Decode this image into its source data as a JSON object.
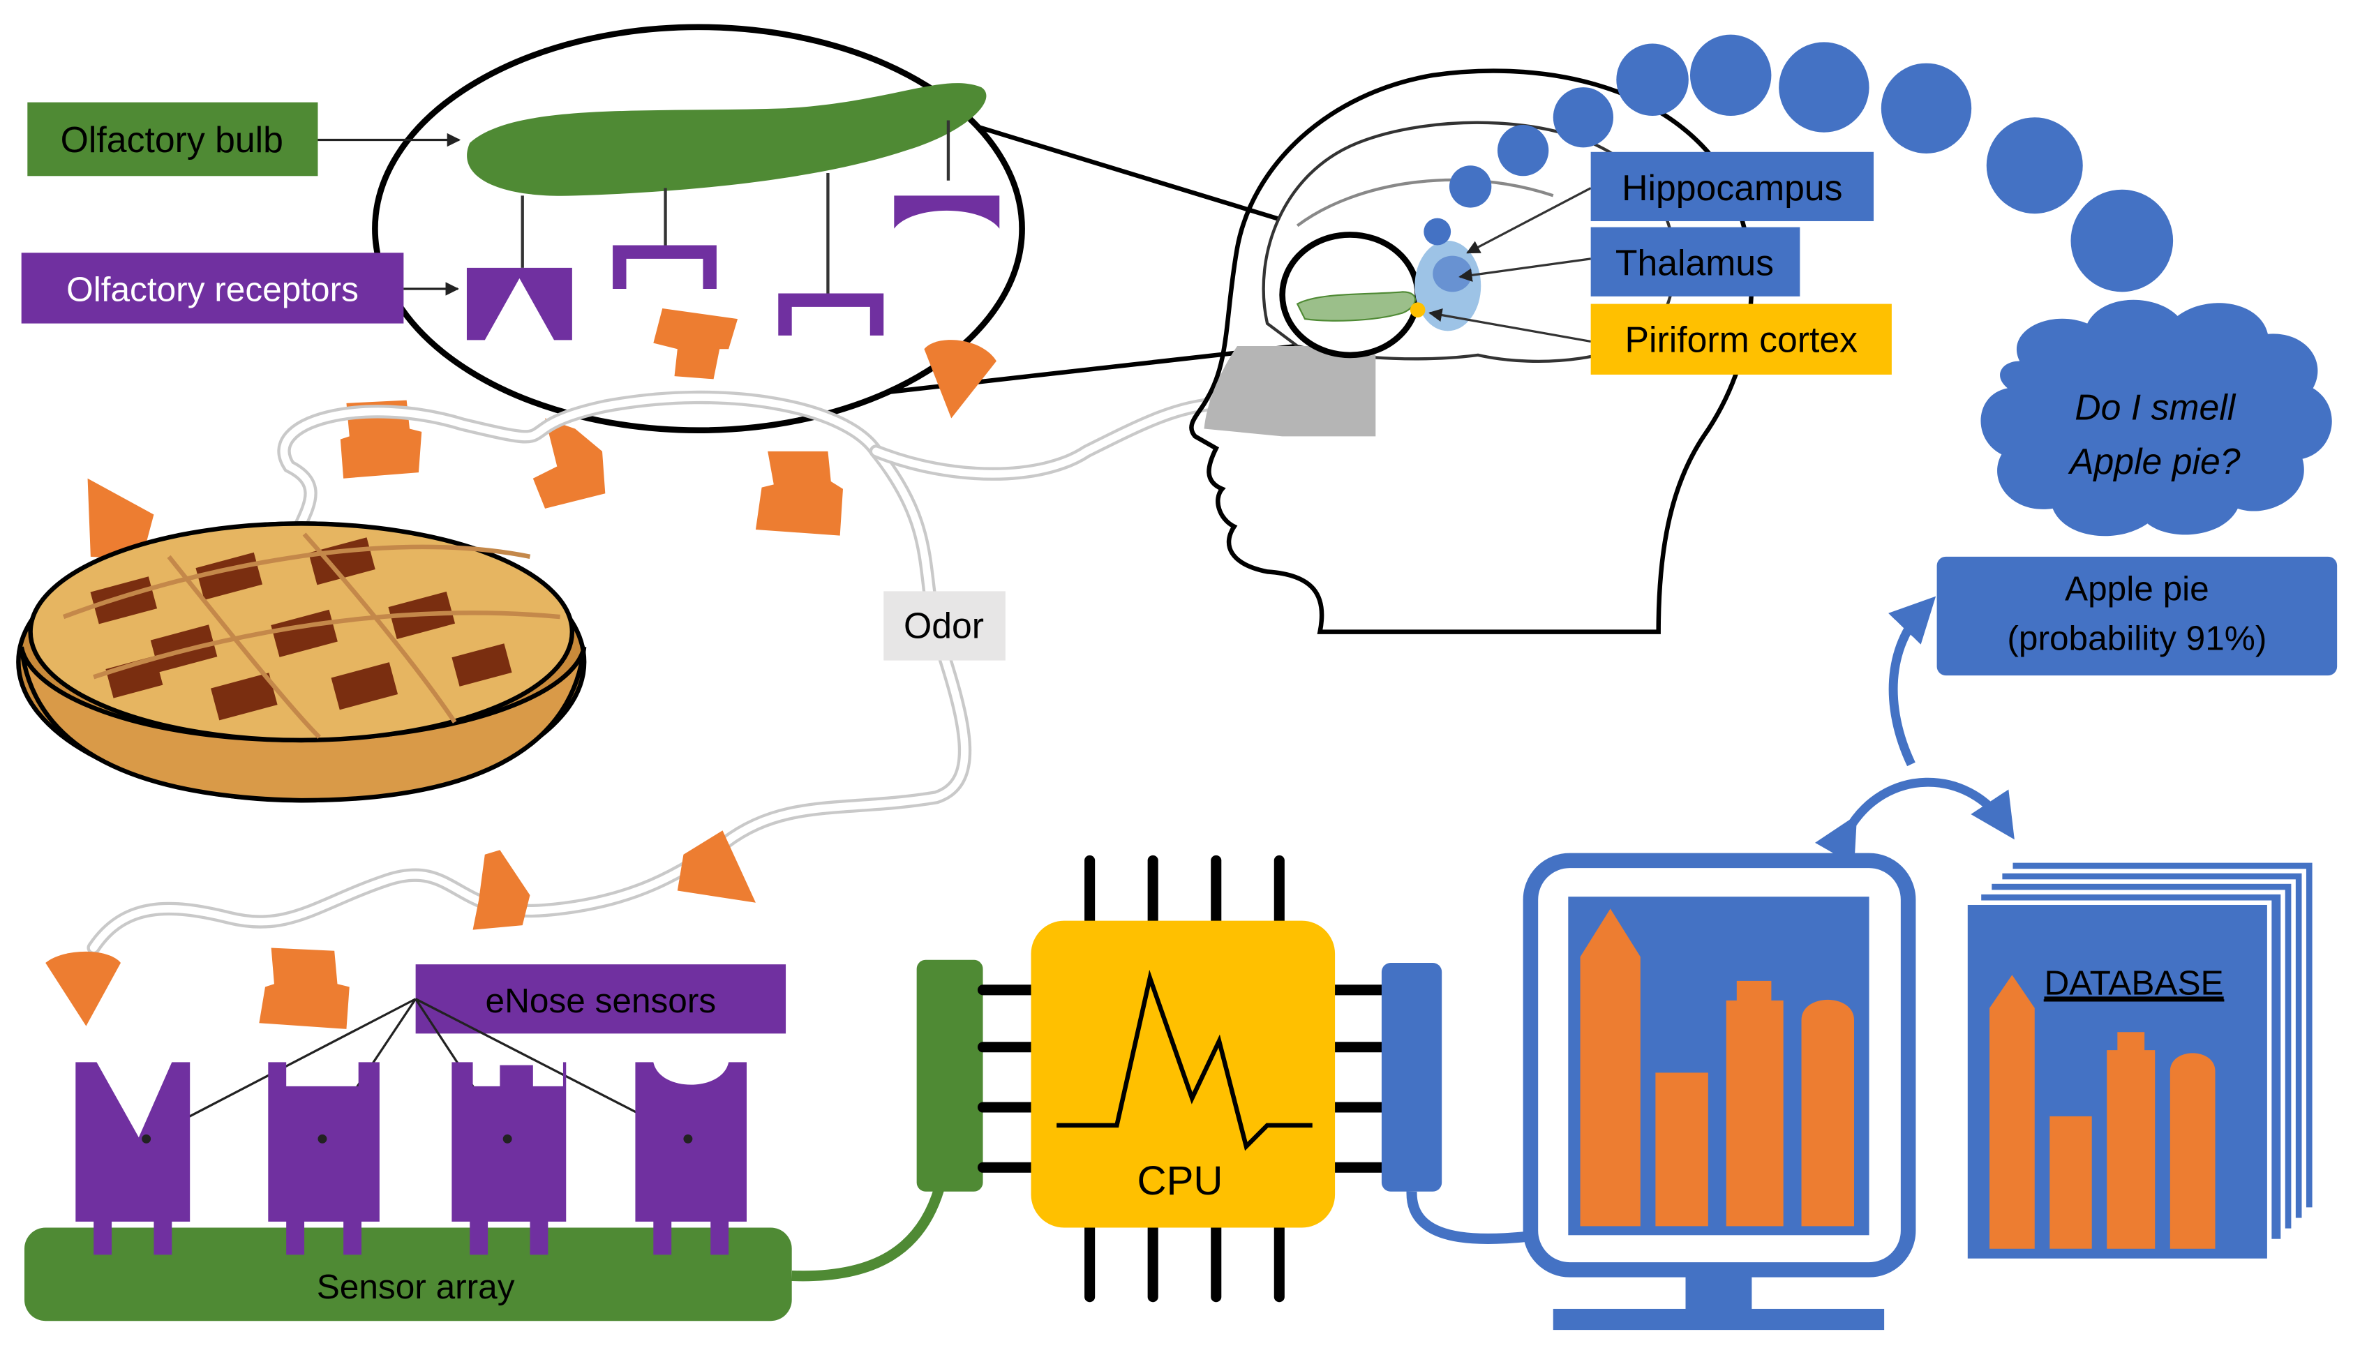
{
  "labels": {
    "olfactory_bulb": "Olfactory bulb",
    "olfactory_receptors": "Olfactory receptors",
    "hippocampus": "Hippocampus",
    "thalamus": "Thalamus",
    "piriform_cortex": "Piriform cortex",
    "thought_line1": "Do I smell",
    "thought_line2": "Apple pie?",
    "result_line1": "Apple pie",
    "result_line2": "(probability 91%)",
    "odor": "Odor",
    "enose_sensors": "eNose sensors",
    "sensor_array": "Sensor array",
    "cpu": "CPU",
    "database": "DATABASE"
  },
  "colors": {
    "green": "#4f8a34",
    "purple": "#7030a0",
    "blue": "#4472c4",
    "yellow": "#ffc000",
    "orange": "#ed7d31",
    "gray_label": "#e7e6e6",
    "nose_gray": "#b5b5b5"
  }
}
